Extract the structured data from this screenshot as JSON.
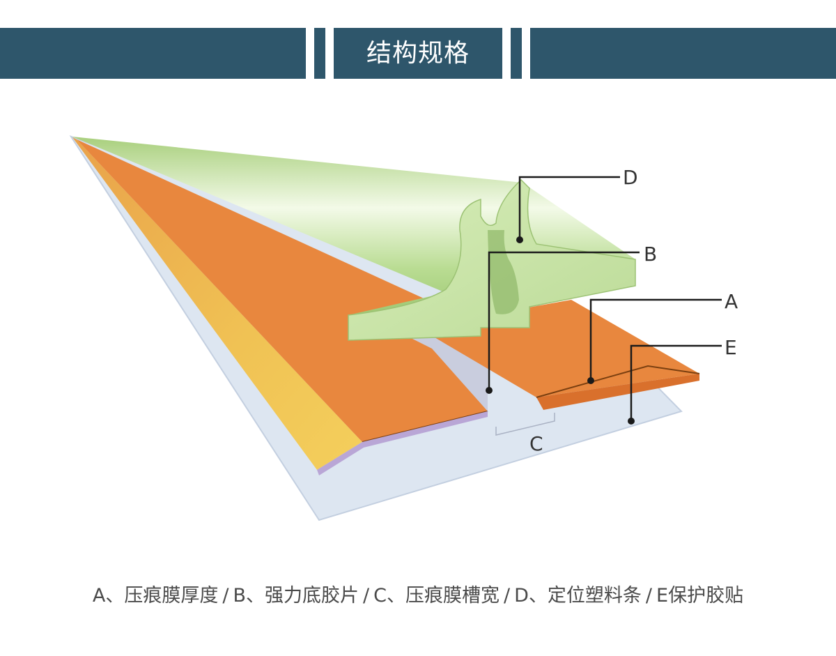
{
  "banner": {
    "title": "结构规格"
  },
  "labels": {
    "a": "A",
    "b": "B",
    "c": "C",
    "d": "D",
    "e": "E"
  },
  "caption": {
    "items": [
      "A、压痕膜厚度",
      "B、强力底胶片",
      "C、压痕膜槽宽",
      "D、定位塑料条",
      "E保护胶贴"
    ],
    "separator": "/"
  },
  "colors": {
    "banner": "#2e566b",
    "green_strip": "#b7d98f",
    "orange_base": "#e8873e",
    "protective_film": "#dde6f1"
  }
}
